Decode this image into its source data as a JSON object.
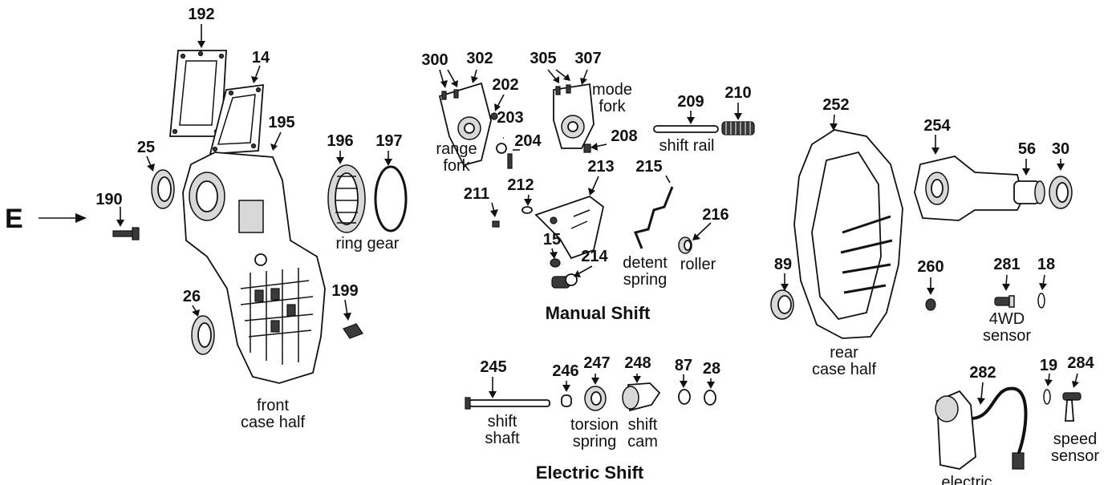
{
  "callouts": [
    {
      "id": "p192",
      "text": "192"
    },
    {
      "id": "p14",
      "text": "14"
    },
    {
      "id": "p195",
      "text": "195"
    },
    {
      "id": "p25",
      "text": "25"
    },
    {
      "id": "p190",
      "text": "190"
    },
    {
      "id": "p26",
      "text": "26"
    },
    {
      "id": "p196",
      "text": "196"
    },
    {
      "id": "p197",
      "text": "197"
    },
    {
      "id": "p199",
      "text": "199"
    },
    {
      "id": "p300",
      "text": "300"
    },
    {
      "id": "p302",
      "text": "302"
    },
    {
      "id": "p202",
      "text": "202"
    },
    {
      "id": "p203",
      "text": "203"
    },
    {
      "id": "p204",
      "text": "204"
    },
    {
      "id": "p305",
      "text": "305"
    },
    {
      "id": "p307",
      "text": "307"
    },
    {
      "id": "p208",
      "text": "208"
    },
    {
      "id": "p209",
      "text": "209"
    },
    {
      "id": "p210",
      "text": "210"
    },
    {
      "id": "p211",
      "text": "211"
    },
    {
      "id": "p212",
      "text": "212"
    },
    {
      "id": "p213",
      "text": "213"
    },
    {
      "id": "p215",
      "text": "215"
    },
    {
      "id": "p216",
      "text": "216"
    },
    {
      "id": "p15",
      "text": "15"
    },
    {
      "id": "p214",
      "text": "214"
    },
    {
      "id": "p245",
      "text": "245"
    },
    {
      "id": "p246",
      "text": "246"
    },
    {
      "id": "p247",
      "text": "247"
    },
    {
      "id": "p248",
      "text": "248"
    },
    {
      "id": "p87",
      "text": "87"
    },
    {
      "id": "p28",
      "text": "28"
    },
    {
      "id": "p252",
      "text": "252"
    },
    {
      "id": "p254",
      "text": "254"
    },
    {
      "id": "p56",
      "text": "56"
    },
    {
      "id": "p30",
      "text": "30"
    },
    {
      "id": "p89",
      "text": "89"
    },
    {
      "id": "p260",
      "text": "260"
    },
    {
      "id": "p281",
      "text": "281"
    },
    {
      "id": "p18",
      "text": "18"
    },
    {
      "id": "p19",
      "text": "19"
    },
    {
      "id": "p282",
      "text": "282"
    },
    {
      "id": "p284",
      "text": "284"
    }
  ],
  "labels": {
    "front_case_half": "front\ncase half",
    "ring_gear": "ring gear",
    "range_fork": "range\nfork",
    "mode_fork": "mode\nfork",
    "shift_rail": "shift rail",
    "detent_spring": "detent\nspring",
    "roller": "roller",
    "shift_shaft": "shift\nshaft",
    "torsion_spring": "torsion\nspring",
    "shift_cam": "shift\ncam",
    "rear_case_half": "rear\ncase half",
    "fourwd_sensor": "4WD\nsensor",
    "speed_sensor": "speed\nsensor",
    "electric_motor": "electric"
  },
  "headings": {
    "manual": "Manual Shift",
    "electric": "Electric Shift"
  },
  "view_marker": "E"
}
